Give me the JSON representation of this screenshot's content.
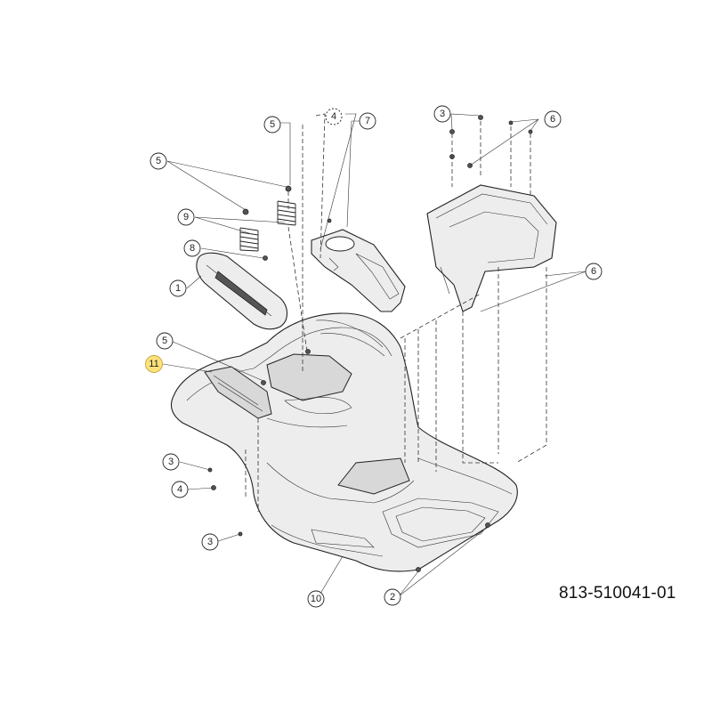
{
  "diagram": {
    "part_number": "813-510041-01",
    "callouts": [
      {
        "id": "c5a",
        "label": "5"
      },
      {
        "id": "c5b",
        "label": "5"
      },
      {
        "id": "c4a",
        "label": "4"
      },
      {
        "id": "c7",
        "label": "7"
      },
      {
        "id": "c3a",
        "label": "3"
      },
      {
        "id": "c6a",
        "label": "6"
      },
      {
        "id": "c9",
        "label": "9"
      },
      {
        "id": "c8",
        "label": "8"
      },
      {
        "id": "c1",
        "label": "1"
      },
      {
        "id": "c6b",
        "label": "6"
      },
      {
        "id": "c5c",
        "label": "5"
      },
      {
        "id": "c11",
        "label": "11"
      },
      {
        "id": "c3b",
        "label": "3"
      },
      {
        "id": "c4b",
        "label": "4"
      },
      {
        "id": "c3c",
        "label": "3"
      },
      {
        "id": "c10",
        "label": "10"
      },
      {
        "id": "c2",
        "label": "2"
      }
    ],
    "highlight_color": "#fbe27a",
    "line_color": "#222222"
  }
}
